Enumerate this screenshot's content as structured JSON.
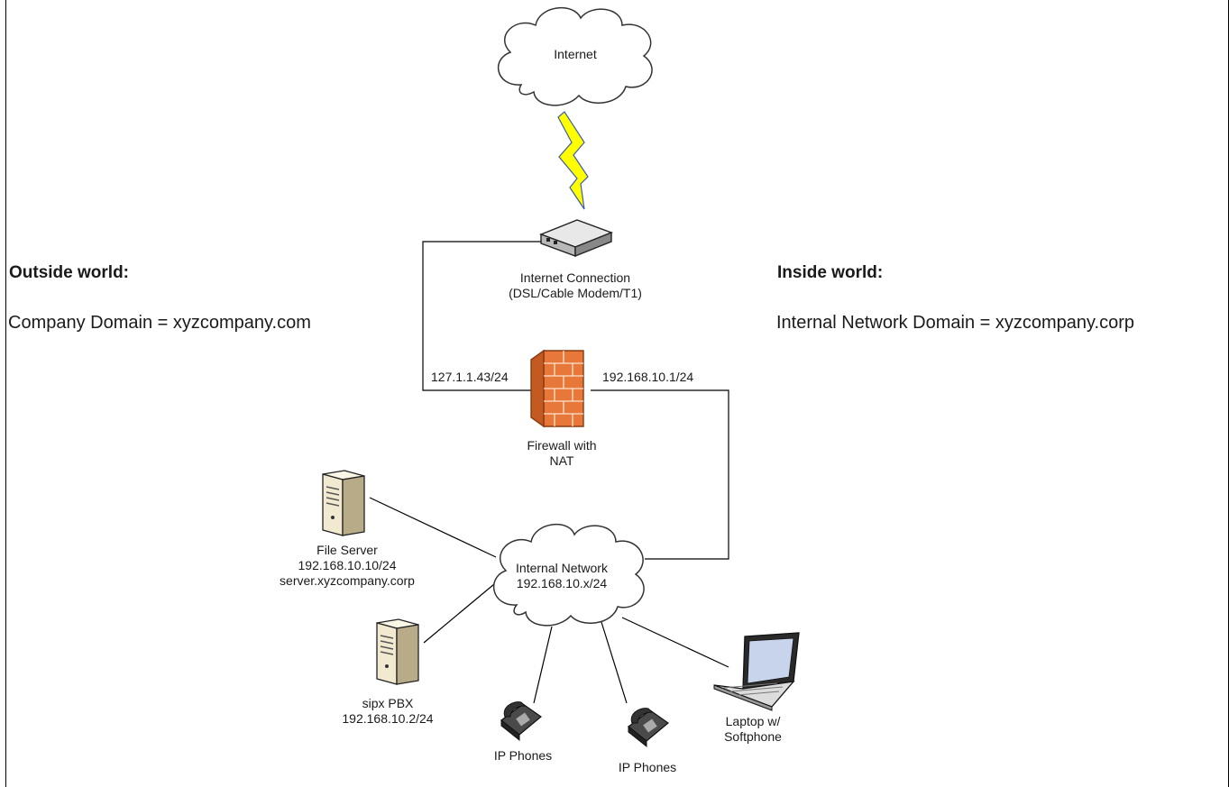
{
  "diagram": {
    "outside": {
      "heading": "Outside world:",
      "domain": "Company Domain = xyzcompany.com"
    },
    "inside": {
      "heading": "Inside world:",
      "domain": "Internal Network Domain = xyzcompany.corp"
    },
    "internet_cloud": {
      "label": "Internet"
    },
    "modem": {
      "line1": "Internet Connection",
      "line2": "(DSL/Cable Modem/T1)"
    },
    "firewall": {
      "line1": "Firewall with",
      "line2": "NAT",
      "outside_ip": "127.1.1.43/24",
      "inside_ip": "192.168.10.1/24"
    },
    "internal_cloud": {
      "line1": "Internal Network",
      "line2": "192.168.10.x/24"
    },
    "file_server": {
      "line1": "File Server",
      "line2": "192.168.10.10/24",
      "line3": "server.xyzcompany.corp"
    },
    "pbx": {
      "line1": "sipx PBX",
      "line2": "192.168.10.2/24"
    },
    "phone1": {
      "label": "IP Phones"
    },
    "phone2": {
      "label": "IP Phones"
    },
    "laptop": {
      "line1": "Laptop w/",
      "line2": "Softphone"
    }
  },
  "colors": {
    "cloud_fill": "#ffffff",
    "cloud_stroke": "#333333",
    "lightning": "#ffff00",
    "firewall": "#e8783a",
    "line": "#000000"
  },
  "icons": {
    "internet_cloud": "cloud-icon",
    "lightning": "lightning-icon",
    "modem": "modem-icon",
    "firewall": "firewall-icon",
    "internal_cloud": "cloud-icon",
    "file_server": "server-tower-icon",
    "pbx": "server-tower-icon",
    "phone": "desk-phone-icon",
    "laptop": "laptop-icon"
  }
}
